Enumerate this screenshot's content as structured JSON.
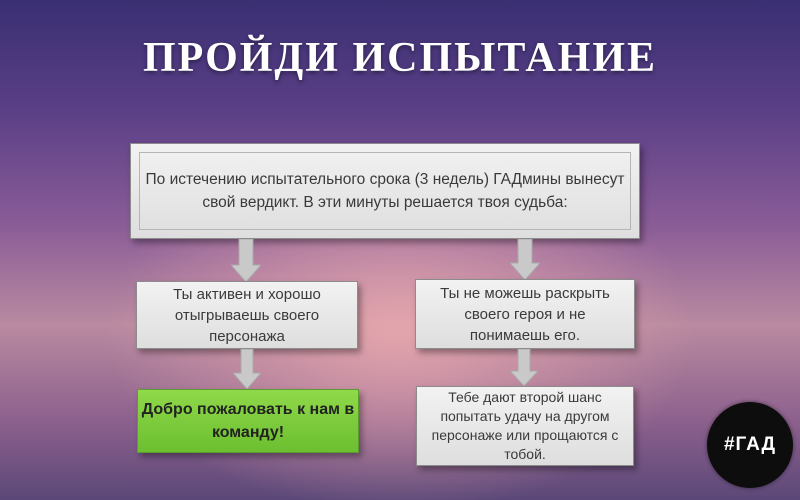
{
  "title": "ПРОЙДИ ИСПЫТАНИЕ",
  "top_box": "По истечению испытательного срока (3 недель) ГАДмины вынесут свой вердикт. В эти минуты решается твоя судьба:",
  "left_branch": {
    "condition": "Ты активен и хорошо отыгрываешь своего персонажа",
    "result": "Добро пожаловать к нам в команду!"
  },
  "right_branch": {
    "condition": "Ты не можешь раскрыть своего героя и не понимаешь его.",
    "result": "Тебе дают второй шанс попытать удачу на другом персонаже или прощаются с тобой."
  },
  "badge": "#ГАД",
  "colors": {
    "box_fill": "#e8e8e8",
    "success_fill": "#7ccb3a",
    "arrow": "#c9c9c9",
    "badge": "#0d0d0d"
  }
}
